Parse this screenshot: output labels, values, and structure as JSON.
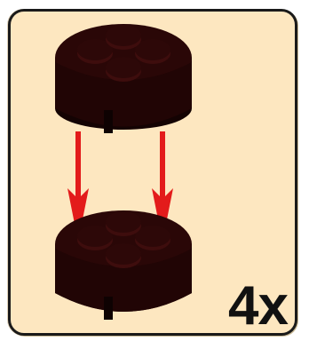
{
  "step": {
    "quantity_label": "4x",
    "part": {
      "name": "round-plate-2x2-dark-brown",
      "color": "#2a0707",
      "shade_color": "#140303",
      "highlight_color": "#3e0d0d"
    },
    "arrow": {
      "color": "#e31b1b",
      "direction": "down"
    },
    "panel_background": "#fde7c0",
    "panel_border": "#1a1a1a"
  }
}
